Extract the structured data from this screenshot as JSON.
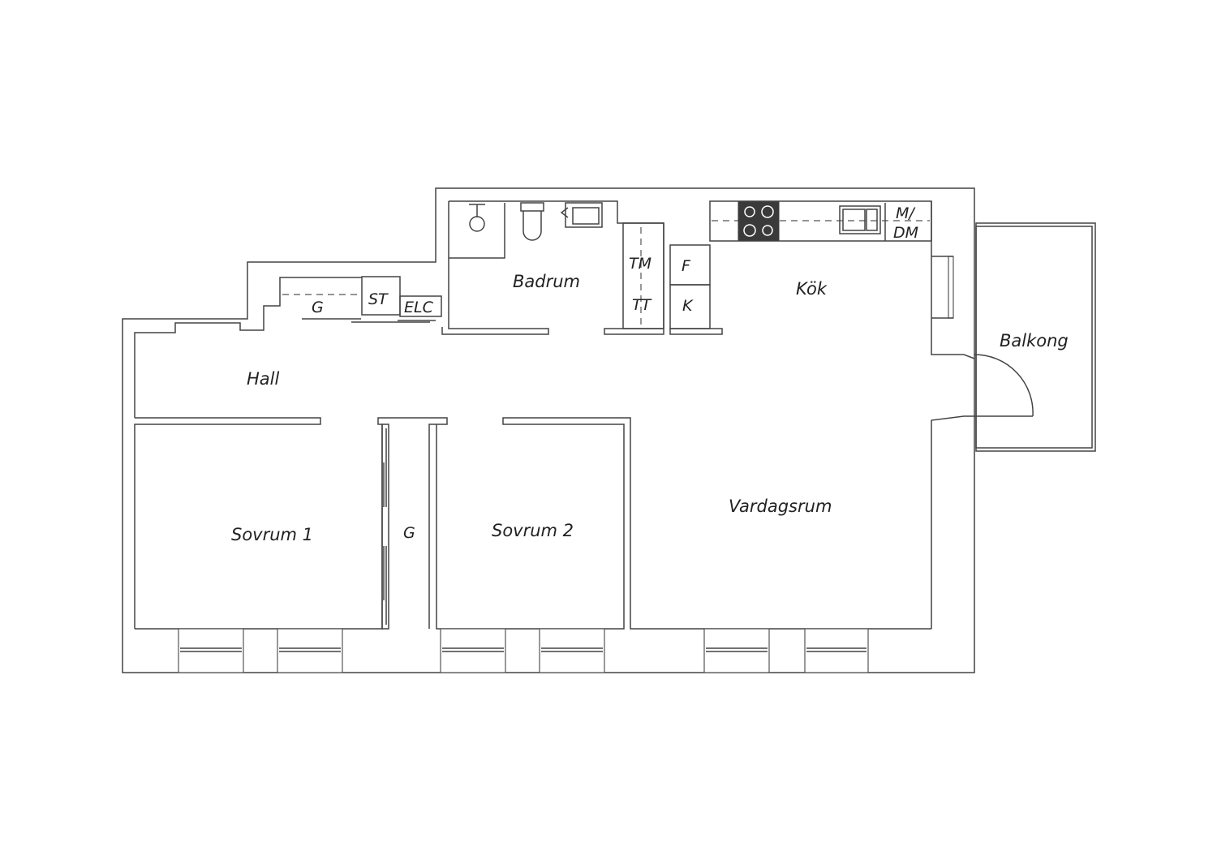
{
  "rooms": {
    "hall": "Hall",
    "badrum": "Badrum",
    "kok": "Kök",
    "balkong": "Balkong",
    "sovrum1": "Sovrum 1",
    "sovrum2": "Sovrum 2",
    "vardagsrum": "Vardagsrum"
  },
  "fixtures": {
    "garderob_hall": "G",
    "garderob_sovrum": "G",
    "stad": "ST",
    "elcentral": "ELC",
    "tvattmaskin": "TM",
    "torktumlare": "TT",
    "frys": "F",
    "kyl": "K",
    "mikro_line1": "M/",
    "mikro_line2": "DM"
  },
  "colors": {
    "wall": "#444444",
    "background": "#ffffff",
    "stove": "#3a3a3a"
  }
}
